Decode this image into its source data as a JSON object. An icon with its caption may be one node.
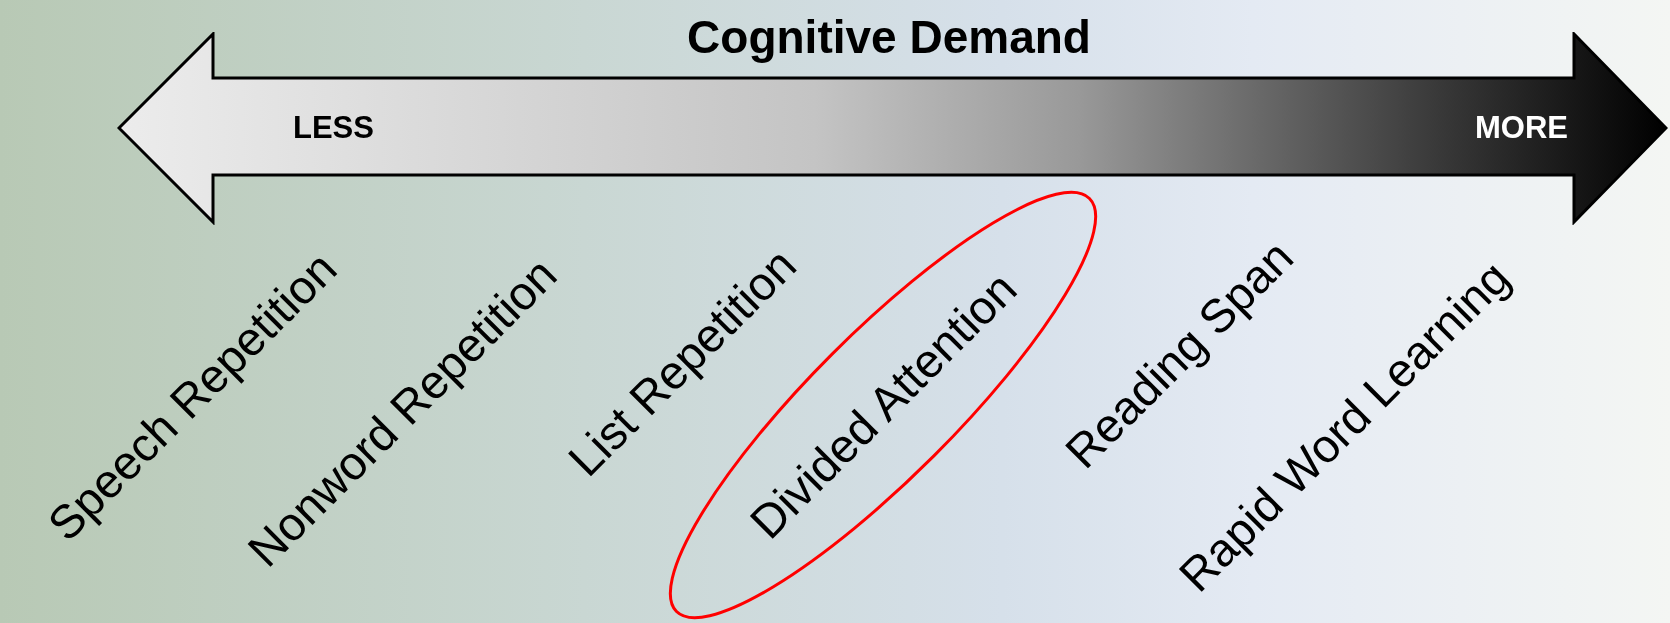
{
  "diagram": {
    "title": "Cognitive Demand",
    "nodes": [
      {
        "text": [
          "LESS",
          "MORE"
        ]
      },
      {
        "text": [
          "Divided Attention"
        ]
      }
    ],
    "labels": [
      "Speech Repetition",
      "Nonword Repetition",
      "List Repetition",
      "Reading Span",
      "Rapid Word Learning"
    ]
  }
}
